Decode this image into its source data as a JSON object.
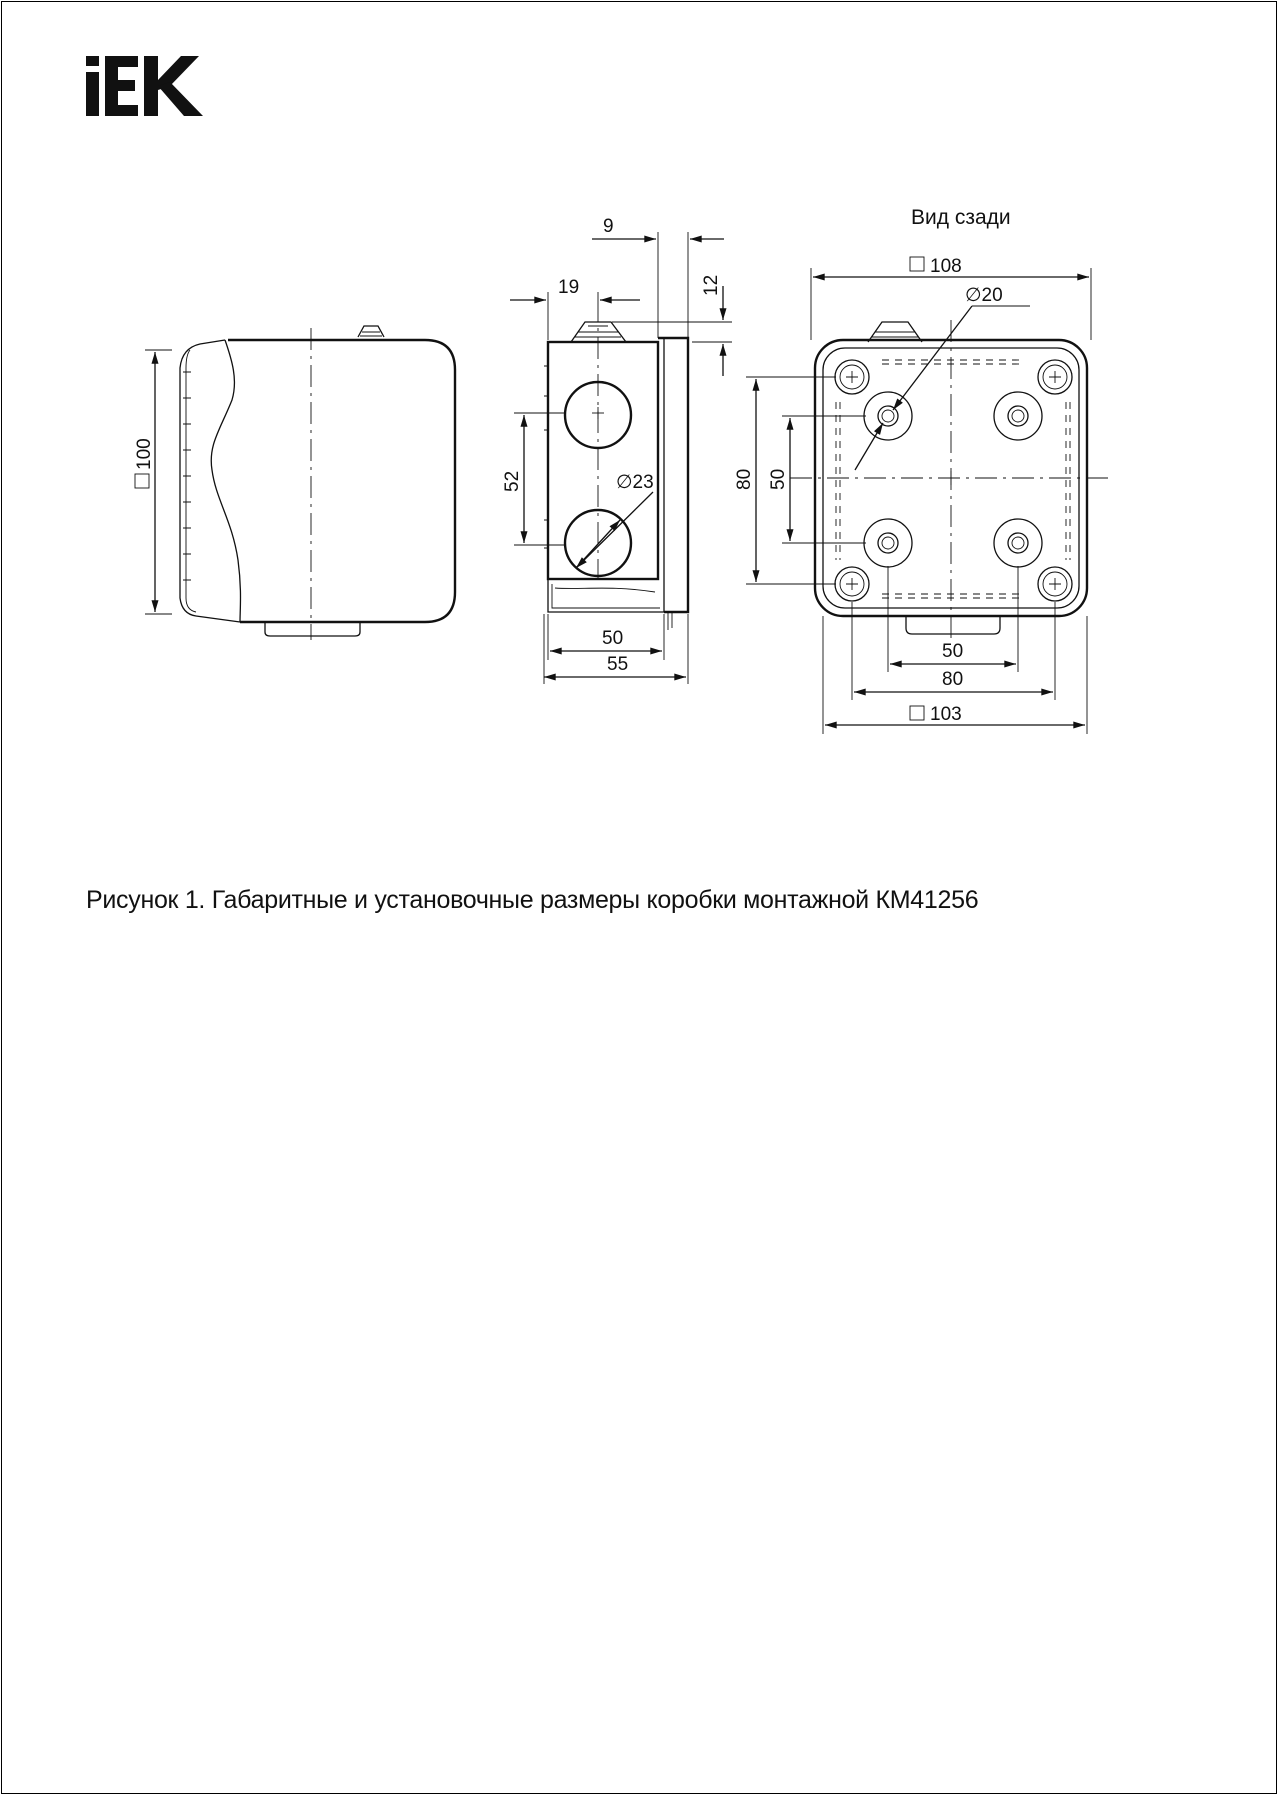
{
  "brand": {
    "logo_text": "IEK"
  },
  "drawing": {
    "rear_view_title": "Вид сзади",
    "dims": {
      "d9": "9",
      "d19": "19",
      "d12": "12",
      "d100": "100",
      "d52": "52",
      "d23": "∅23",
      "d50_side": "50",
      "d55": "55",
      "d108": "108",
      "d20": "∅20",
      "d80_v": "80",
      "d50_v": "50",
      "d50_h": "50",
      "d80_h": "80",
      "d103": "103"
    }
  },
  "caption": "Рисунок 1. Габаритные и установочные размеры коробки монтажной КМ41256"
}
